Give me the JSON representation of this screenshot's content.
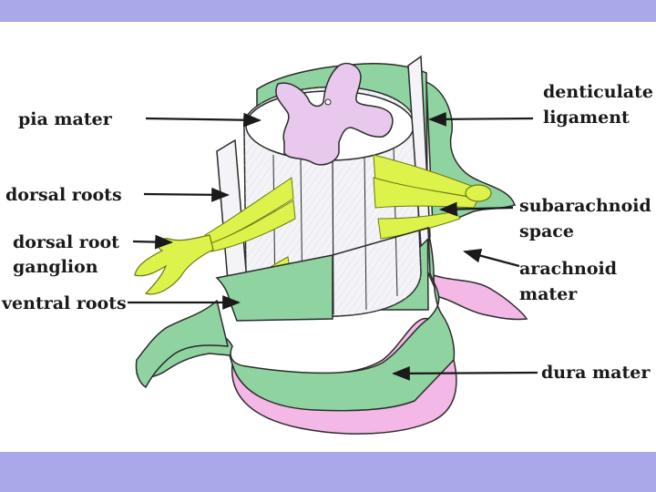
{
  "labels": {
    "pia_mater": "pia mater",
    "denticulate_1": "denticulate",
    "denticulate_2": "ligament",
    "dorsal_roots": "dorsal roots",
    "dorsal_root_ganglion_1": "dorsal root",
    "dorsal_root_ganglion_2": "ganglion",
    "ventral_roots": "ventral roots",
    "subarachnoid_1": "subarachnoid",
    "subarachnoid_2": "space",
    "arachnoid_1": "arachnoid",
    "arachnoid_2": "mater",
    "dura_mater": "dura mater"
  },
  "colors": {
    "background_band": "#a9a9e9",
    "panel": "#ffffff",
    "dura_green": "#8fd4a0",
    "dura_pink": "#f3b8e6",
    "grey_matter": "#e8c8ec",
    "pia": "#f4f4f8",
    "nerve": "#ddf24a",
    "outline": "#2b2b2b"
  }
}
